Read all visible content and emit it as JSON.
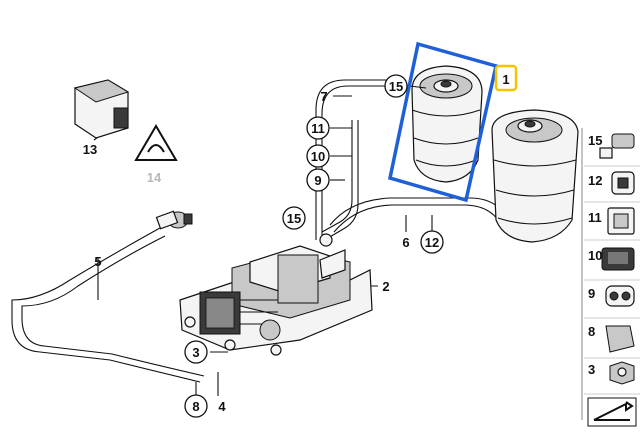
{
  "diagram": {
    "callouts": {
      "p1": "1",
      "p2": "2",
      "p3": "3",
      "p4": "4",
      "p5": "5",
      "p6": "6",
      "p7": "7",
      "p8": "8",
      "p9": "9",
      "p10": "10",
      "p11": "11",
      "p12": "12",
      "p13": "13",
      "p14": "14",
      "p15a": "15",
      "p15b": "15"
    },
    "legend": [
      "15",
      "12",
      "11",
      "10",
      "9",
      "8",
      "3"
    ],
    "highlight_colors": {
      "selection_box": "#1f5fd8",
      "part_marker": "#f2c500"
    }
  }
}
